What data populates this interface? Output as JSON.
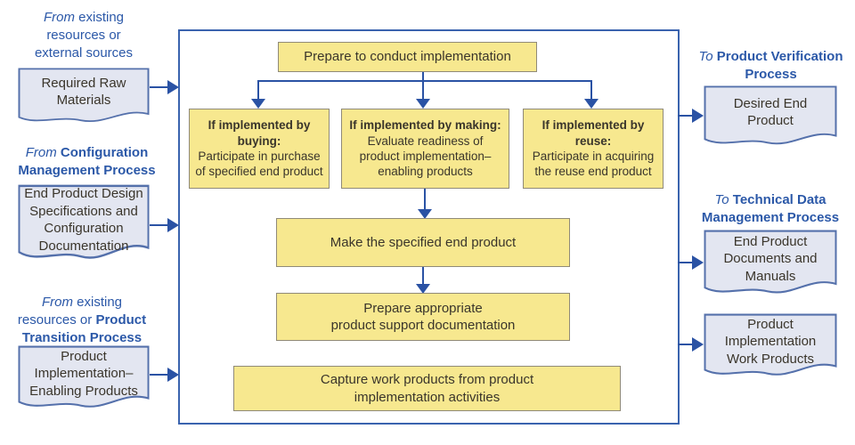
{
  "colors": {
    "accent_blue_text": "#2b58a8",
    "arrow_blue": "#2a52a4",
    "big_box_border": "#3a63ae",
    "process_box_fill": "#f7e88f",
    "process_box_border": "#908a78",
    "document_fill": "#e3e6f1",
    "document_border": "#5470ab",
    "body_text": "#3a352b"
  },
  "inputs": [
    {
      "label_italic": "From",
      "label_normal": " existing resources or external sources",
      "label_bold": "",
      "doc_text": "Required Raw\nMaterials"
    },
    {
      "label_italic": "From",
      "label_normal": " ",
      "label_bold": "Configuration Management Process",
      "doc_text": "End Product Design\nSpecifications and\nConfiguration\nDocumentation"
    },
    {
      "label_italic": "From",
      "label_normal": " existing resources or ",
      "label_bold": "Product Transition Process",
      "doc_text": "Product\nImplementation–\nEnabling Products"
    }
  ],
  "outputs": [
    {
      "label_italic": "To",
      "label_normal": " ",
      "label_bold": "Product Verification Process",
      "doc_text": "Desired End\nProduct"
    },
    {
      "label_italic": "To",
      "label_normal": " ",
      "label_bold": "Technical Data Management Process",
      "doc_text": "End Product\nDocuments and\nManuals"
    },
    {
      "label_italic": "",
      "label_normal": "",
      "label_bold": "",
      "doc_text": "Product\nImplementation\nWork Products"
    }
  ],
  "process": {
    "prepare": "Prepare to conduct implementation",
    "branches": [
      {
        "header": "If implemented by\nbuying:",
        "body": "Participate in purchase\nof specified end product"
      },
      {
        "header": "If implemented by making:",
        "body": "Evaluate readiness of\nproduct implementation–\nenabling products"
      },
      {
        "header": "If implemented by\nreuse:",
        "body": "Participate in acquiring\nthe reuse end product"
      }
    ],
    "make": "Make the specified end product",
    "prepare_docs": "Prepare appropriate\nproduct support documentation",
    "capture": "Capture work products from product\nimplementation activities"
  }
}
